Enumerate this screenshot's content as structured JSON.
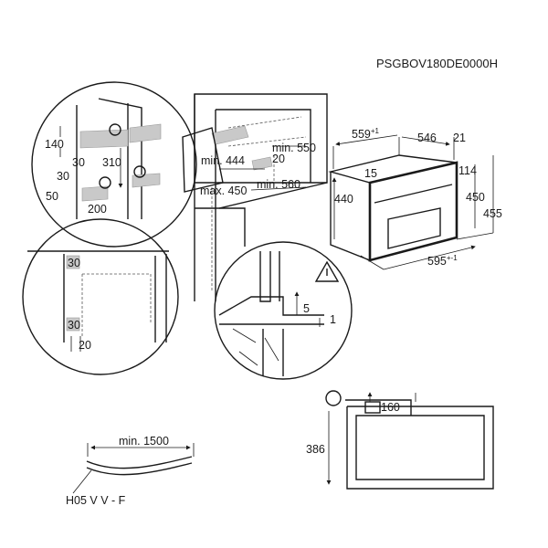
{
  "model_code": "PSGBOV180DE0000H",
  "cabinet_detail": {
    "dims": [
      "140",
      "30",
      "310",
      "30",
      "50",
      "200"
    ]
  },
  "niche": {
    "min_550": "min. 550",
    "gap_20": "20",
    "min_444": "min. 444",
    "max_450": "max. 450",
    "min_560": "min. 560"
  },
  "oven": {
    "width": "559",
    "width_tol": "+1",
    "depth": "546",
    "front": "21",
    "top_gap": "15",
    "body_height": "440",
    "panel": "114",
    "height_450": "450",
    "height_455": "455",
    "front_width": "595",
    "front_width_tol": "+-1"
  },
  "side_detail": {
    "top": "30",
    "bottom": "30",
    "offset": "20"
  },
  "shelf_detail": {
    "gap_5": "5",
    "gap_1": "1"
  },
  "connection": {
    "width": "160",
    "height": "386"
  },
  "cable": {
    "length": "min. 1500",
    "type": "H05 V V - F"
  }
}
